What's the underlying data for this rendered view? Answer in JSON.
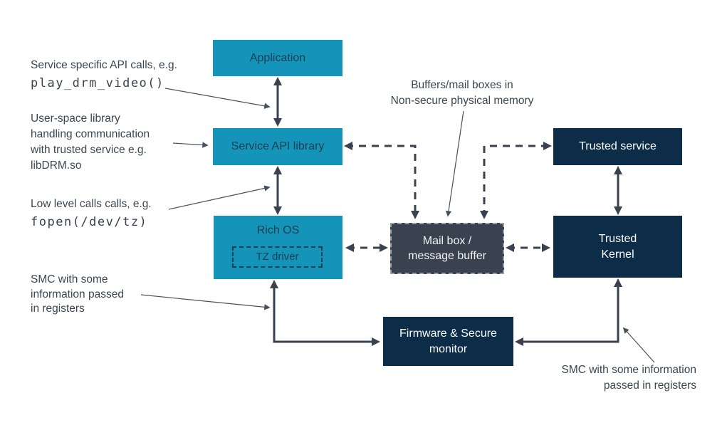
{
  "diagram": {
    "boxes": {
      "application": {
        "label": "Application"
      },
      "service_api_library": {
        "label": "Service API library"
      },
      "rich_os": {
        "label": "Rich OS"
      },
      "tz_driver": {
        "label": "TZ driver"
      },
      "mailbox": {
        "lines": [
          "Mail box /",
          "message buffer"
        ]
      },
      "trusted_service": {
        "label": "Trusted service"
      },
      "trusted_kernel": {
        "lines": [
          "Trusted",
          "Kernel"
        ]
      },
      "firmware_monitor": {
        "lines": [
          "Firmware & Secure",
          "monitor"
        ]
      }
    },
    "annotations": {
      "service_api_calls": {
        "lines": [
          "Service specific API calls, e.g."
        ],
        "code": "play_drm_video()"
      },
      "userspace_library": {
        "lines": [
          "User-space library",
          "handling communication",
          "with trusted service e.g.",
          "libDRM.so"
        ]
      },
      "low_level_calls": {
        "lines": [
          "Low level calls calls, e.g."
        ],
        "code": "fopen(/dev/tz)"
      },
      "smc_left": {
        "lines": [
          "SMC with some",
          "information passed",
          "in registers"
        ]
      },
      "buffers_mailboxes": {
        "lines": [
          "Buffers/mail boxes in",
          "Non-secure physical memory"
        ]
      },
      "smc_right": {
        "lines": [
          "SMC with some information",
          "passed in registers"
        ]
      }
    },
    "colors": {
      "primary_cyan": "#1494B8",
      "dark_navy": "#0D2C48",
      "slate_gray": "#39424E",
      "mailbox_border": "#9AA1A9",
      "annotation_text": "#3B4651",
      "label_on_cyan": "#1C3E52",
      "thin_line": "#47525E",
      "background": "#FFFFFF"
    }
  }
}
